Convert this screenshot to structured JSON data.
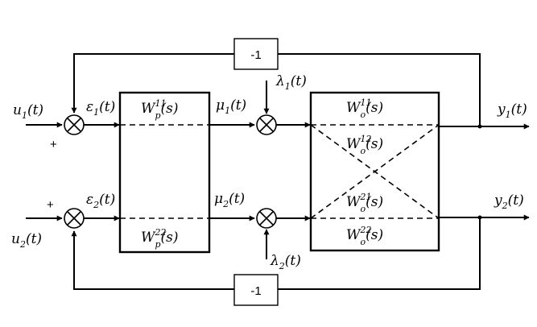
{
  "feedback_top": {
    "gain": "-1"
  },
  "feedback_bottom": {
    "gain": "-1"
  },
  "inputs": {
    "u1": {
      "sym": "u",
      "sub": "1",
      "arg": "(t)"
    },
    "u2": {
      "sym": "u",
      "sub": "2",
      "arg": "(t)"
    },
    "sign_top": "+",
    "sign_bottom": "+"
  },
  "errors": {
    "e1": {
      "sym": "ε",
      "sub": "1",
      "arg": "(t)"
    },
    "e2": {
      "sym": "ε",
      "sub": "2",
      "arg": "(t)"
    }
  },
  "controller": {
    "w11": {
      "sym": "W",
      "sub": "p",
      "sup": "11",
      "arg": "(s)"
    },
    "w22": {
      "sym": "W",
      "sub": "p",
      "sup": "22",
      "arg": "(s)"
    }
  },
  "control_signals": {
    "mu1": {
      "sym": "μ",
      "sub": "1",
      "arg": "(t)"
    },
    "mu2": {
      "sym": "μ",
      "sub": "2",
      "arg": "(t)"
    }
  },
  "disturbances": {
    "l1": {
      "sym": "λ",
      "sub": "1",
      "arg": "(t)"
    },
    "l2": {
      "sym": "λ",
      "sub": "2",
      "arg": "(t)"
    }
  },
  "plant": {
    "w11": {
      "sym": "W",
      "sub": "o",
      "sup": "11",
      "arg": "(s)"
    },
    "w12": {
      "sym": "W",
      "sub": "o",
      "sup": "12",
      "arg": "(s)"
    },
    "w21": {
      "sym": "W",
      "sub": "o",
      "sup": "21",
      "arg": "(s)"
    },
    "w22": {
      "sym": "W",
      "sub": "o",
      "sup": "22",
      "arg": "(s)"
    }
  },
  "outputs": {
    "y1": {
      "sym": "y",
      "sub": "1",
      "arg": "(t)"
    },
    "y2": {
      "sym": "y",
      "sub": "2",
      "arg": "(t)"
    }
  }
}
